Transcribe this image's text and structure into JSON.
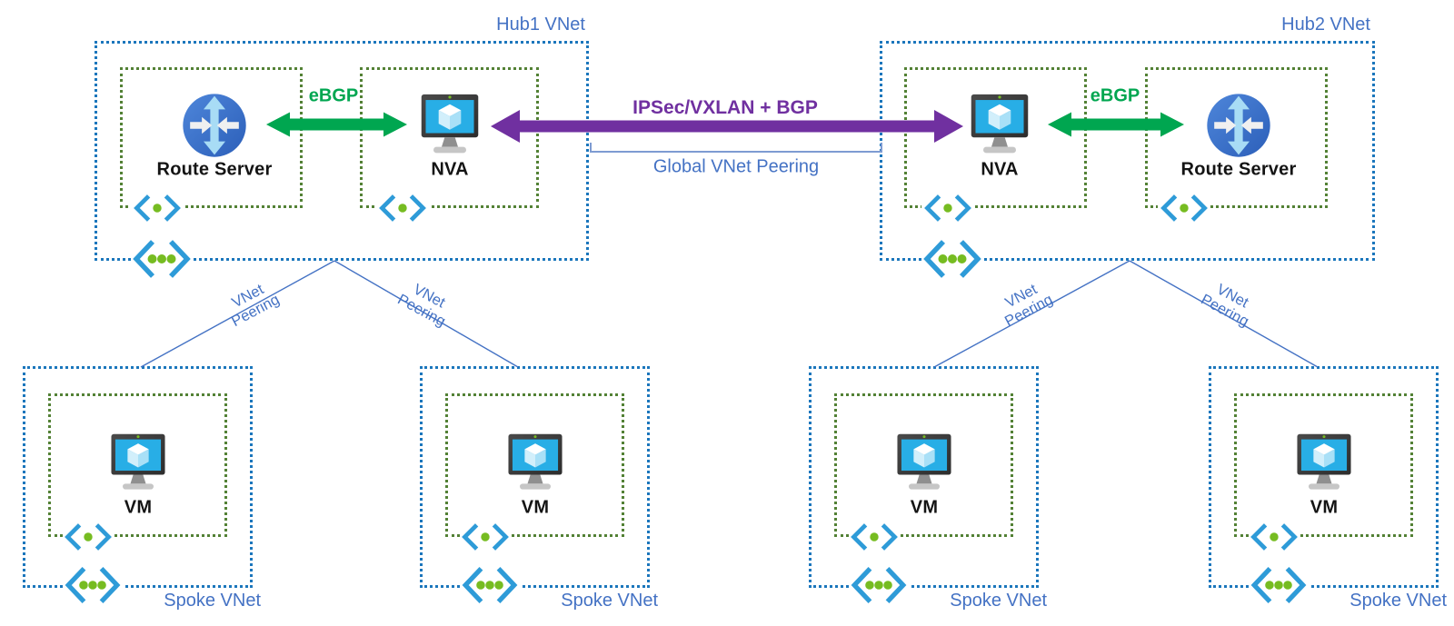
{
  "hubs": [
    {
      "label": "Hub1 VNet",
      "route_server_label": "Route Server",
      "nva_label": "NVA",
      "ebgp_label": "eBGP"
    },
    {
      "label": "Hub2 VNet",
      "route_server_label": "Route Server",
      "nva_label": "NVA",
      "ebgp_label": "eBGP"
    }
  ],
  "connections": {
    "ipsec_label": "IPSec/VXLAN + BGP",
    "global_peering_label": "Global VNet Peering",
    "peering_labels": [
      "VNet Peering",
      "VNet Peering",
      "VNet Peering",
      "VNet Peering"
    ]
  },
  "spokes": [
    {
      "vm_label": "VM",
      "label": "Spoke VNet"
    },
    {
      "vm_label": "VM",
      "label": "Spoke VNet"
    },
    {
      "vm_label": "VM",
      "label": "Spoke VNet"
    },
    {
      "vm_label": "VM",
      "label": "Spoke VNet"
    }
  ],
  "icons": {
    "route_server": "route-server-icon",
    "vm": "vm-icon",
    "subnet": "subnet-icon",
    "vnet": "vnet-icon"
  },
  "colors": {
    "vnet_border_blue": "#1b76bc",
    "subnet_border_green": "#538135",
    "label_blue": "#4472c4",
    "ebgp_green": "#00a650",
    "ipsec_purple": "#7030a0",
    "bracket_blue": "#2e9bd8",
    "dot_green": "#76bc21",
    "peering_line_blue": "#7e9bd2"
  }
}
